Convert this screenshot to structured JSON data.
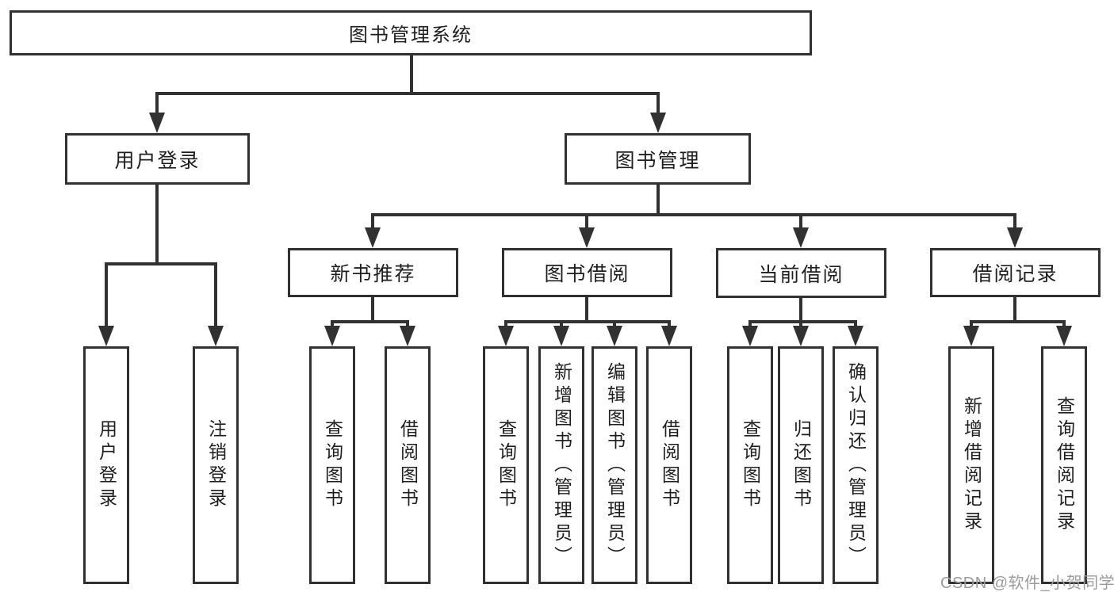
{
  "tree": {
    "label": "图书管理系统",
    "children": [
      {
        "label": "用户登录",
        "children": [
          {
            "label": "用户登录"
          },
          {
            "label": "注销登录"
          }
        ]
      },
      {
        "label": "图书管理",
        "children": [
          {
            "label": "新书推荐",
            "children": [
              {
                "label": "查询图书"
              },
              {
                "label": "借阅图书"
              }
            ]
          },
          {
            "label": "图书借阅",
            "children": [
              {
                "label": "查询图书"
              },
              {
                "label": "新增图书（管理员）"
              },
              {
                "label": "编辑图书（管理员）"
              },
              {
                "label": "借阅图书"
              }
            ]
          },
          {
            "label": "当前借阅",
            "children": [
              {
                "label": "查询图书"
              },
              {
                "label": "归还图书"
              },
              {
                "label": "确认归还（管理员）"
              }
            ]
          },
          {
            "label": "借阅记录",
            "children": [
              {
                "label": "新增借阅记录"
              },
              {
                "label": "查询借阅记录"
              }
            ]
          }
        ]
      }
    ]
  },
  "watermark": {
    "text": "CSDN @软件_小贺同学"
  },
  "colors": {
    "line": "#313131",
    "text": "#1f1f1f",
    "background": "#ffffff",
    "watermark": "#9b9b9b"
  }
}
